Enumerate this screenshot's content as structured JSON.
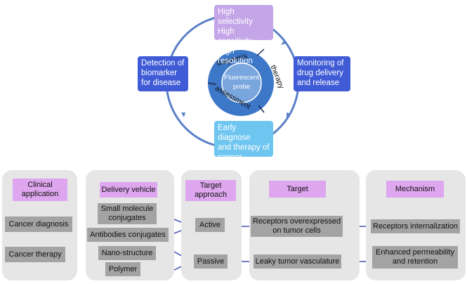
{
  "top": {
    "box_top": [
      "High selectivity",
      "High sensitivity",
      "High resolution"
    ],
    "box_left": [
      "Detection of",
      "biomarker",
      "for disease"
    ],
    "box_right": [
      "Monitoring of",
      "drug  delivery",
      "and release"
    ],
    "box_bottom": [
      "Early diagnose",
      "and therapy of",
      "cancer"
    ],
    "ring_labels": {
      "diagnosis": "diagnosis",
      "therapy": "therapy",
      "assessment": "assessment"
    },
    "center": [
      "Fluorescent",
      "probe"
    ]
  },
  "panels": {
    "clinical": {
      "header": [
        "Clinical",
        "application"
      ],
      "items": [
        "Cancer diagnosis",
        "Cancer therapy"
      ]
    },
    "delivery": {
      "header": [
        "Delivery vehicle"
      ],
      "items": [
        "Small molecule",
        "conjugates",
        "Antibodies conjugates",
        "Nano-structure",
        "Polymer"
      ]
    },
    "approach": {
      "header": [
        "Target",
        "approach"
      ],
      "items": [
        "Active",
        "Passive"
      ]
    },
    "target": {
      "header": [
        "Target"
      ],
      "items": [
        "Receptors overexpressed",
        "on tumor cells",
        "Leaky tumor vasculature"
      ]
    },
    "mechanism": {
      "header": [
        "Mechanism"
      ],
      "items": [
        "Receptors internalization",
        "Enhanced permeability",
        "and retention"
      ]
    }
  },
  "colors": {
    "cycle_ring": "#5b80c8",
    "box_top": "#c4a6e8",
    "box_side": "#3f5bd6",
    "box_bottom": "#6ec6f0",
    "inner_ring": "#3d78c8",
    "center": "#7aa6de",
    "header": "#dda6ee",
    "item": "#a3a3a3",
    "panel": "#e6e6e6",
    "connector": "#3f51b5"
  }
}
